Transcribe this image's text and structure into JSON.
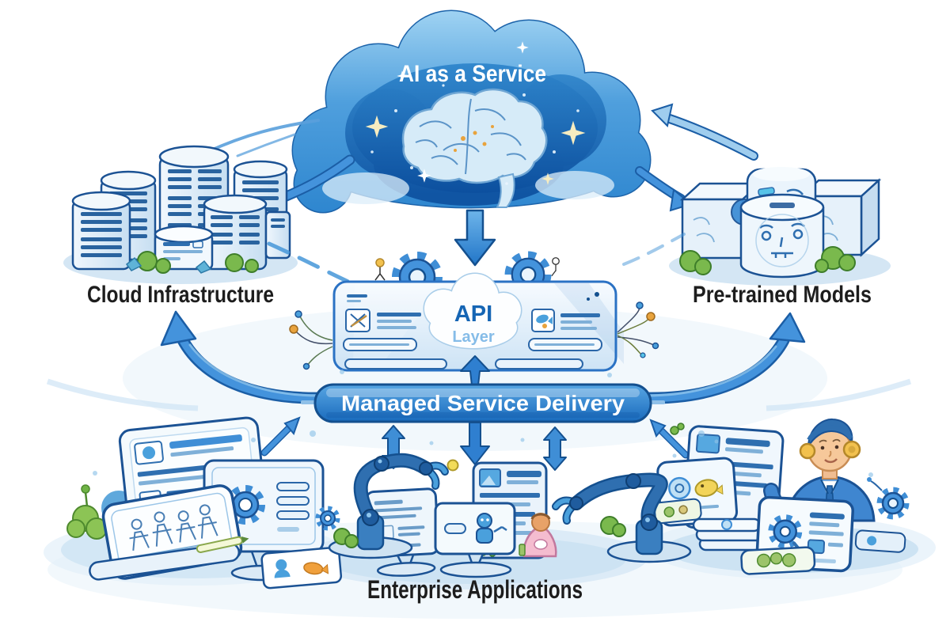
{
  "diagram": {
    "title": "AI as a Service",
    "nodes": {
      "cloud": {
        "label": "AI as a Service",
        "icon": "brain-icon"
      },
      "infrastructure": {
        "label": "Cloud Infrastructure",
        "icon": "server-stack-icon"
      },
      "models": {
        "label": "Pre-trained Models",
        "icon": "model-cube-icon"
      },
      "api": {
        "title": "API",
        "subtitle": "Layer",
        "icon": "gear-icon"
      },
      "delivery": {
        "label": "Managed Service Delivery"
      },
      "applications": {
        "label": "Enterprise Applications",
        "icon": "robot-arm-icon"
      }
    },
    "connections": [
      {
        "from": "cloud",
        "to": "infrastructure",
        "style": "solid-arrow"
      },
      {
        "from": "infrastructure",
        "to": "cloud",
        "style": "thin-streak"
      },
      {
        "from": "models",
        "to": "cloud",
        "style": "light-arrow"
      },
      {
        "from": "cloud",
        "to": "models",
        "style": "solid-arrow"
      },
      {
        "from": "cloud",
        "to": "api",
        "style": "down-arrow"
      },
      {
        "from": "infrastructure",
        "to": "api",
        "style": "dashed-curve"
      },
      {
        "from": "api",
        "to": "delivery",
        "style": "down-diamond-arrow"
      },
      {
        "from": "delivery",
        "to": "infrastructure",
        "style": "curved-swoosh-arrow"
      },
      {
        "from": "delivery",
        "to": "models",
        "style": "curved-swoosh-arrow"
      },
      {
        "from": "delivery",
        "to": "applications",
        "style": "double-headed-arrow"
      },
      {
        "from": "delivery",
        "to": "applications",
        "style": "down-arrow"
      },
      {
        "from": "delivery",
        "to": "applications",
        "style": "double-headed-arrow"
      },
      {
        "from": "applications-left",
        "to": "delivery",
        "style": "up-arrow"
      },
      {
        "from": "applications-right",
        "to": "delivery",
        "style": "up-arrow"
      }
    ],
    "colors": {
      "outline_blue": "#17548f",
      "accent_blue": "#3f8ed6",
      "arrow_blue": "#4493dc",
      "cloud_dark": "#0f5aa8",
      "banner_blue": "#2277c8",
      "panel_light": "#eaf4fc",
      "label_black": "#1d1d1d",
      "foliage_green": "#6fb345",
      "accent_orange": "#e8a33d",
      "accent_yellow": "#f2c14e",
      "accent_pink": "#f4bccf",
      "skin": "#f6c89a"
    },
    "icons": {
      "brain-icon": "neural brain in cloud",
      "gear-icon": "cog wheel",
      "server-stack-icon": "server towers",
      "model-cube-icon": "cubes and drums with faces",
      "robot-arm-icon": "robotic manipulator",
      "monitor-icon": "screen with document",
      "support-agent-icon": "man with headset",
      "sparkle-icon": "four point star"
    }
  }
}
